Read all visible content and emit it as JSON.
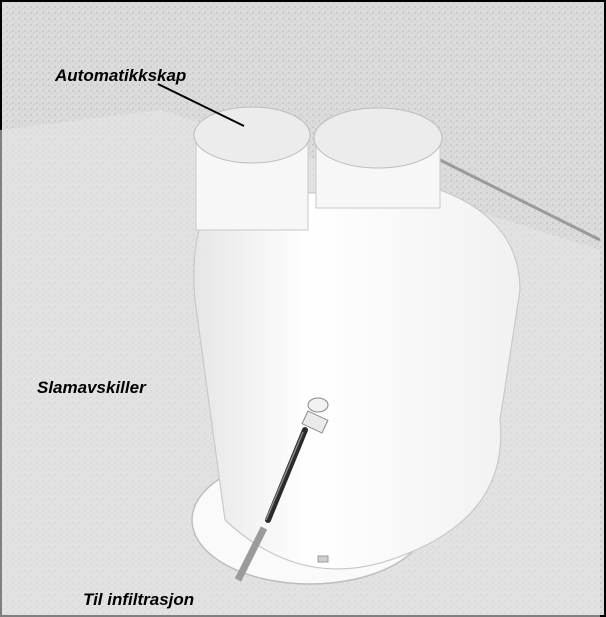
{
  "labels": {
    "control_cabinet": "Automatikkskap",
    "sludge_separator": "Slamavskiller",
    "outlet": "Til infiltrasjon"
  },
  "colors": {
    "background_gravel": "#d9d9d9",
    "tank_body": "#ffffff",
    "outline": "#000000",
    "pipe": "#2b2b2b"
  },
  "icons": {
    "tank": "sewage-tank-icon",
    "pipe": "outlet-pipe-icon"
  }
}
